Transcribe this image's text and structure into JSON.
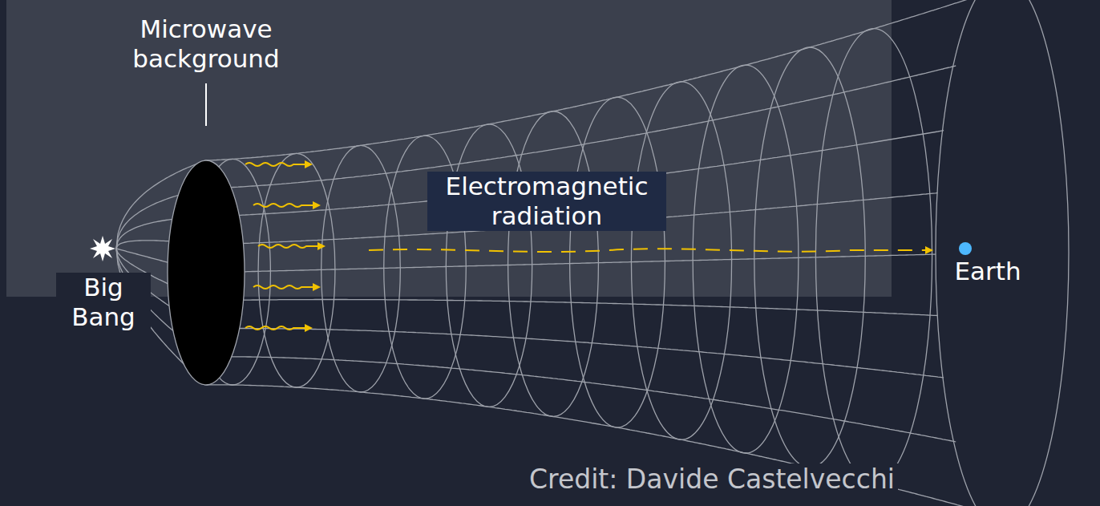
{
  "diagram": {
    "labels": [
      "Microwave background",
      "Electromagnetic radiation",
      "Big Bang",
      "Earth",
      "Credit: Davide Castelvecchi"
    ]
  }
}
